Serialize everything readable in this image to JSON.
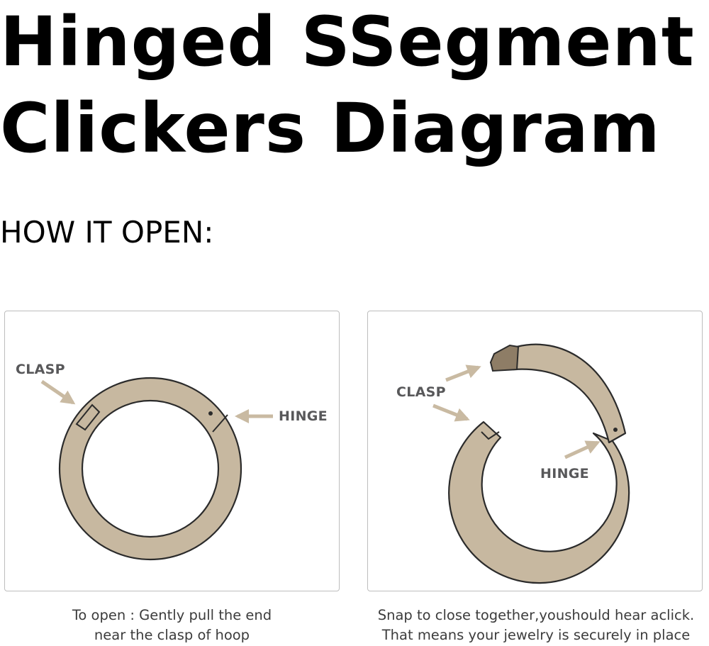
{
  "title": {
    "line1": "Hinged SSegment",
    "line2": "Clickers Diagram"
  },
  "subtitle": "HOW IT OPEN:",
  "left_panel": {
    "clasp_label": "CLASP",
    "hinge_label": "HINGE",
    "caption_line1": "To open : Gently pull the end",
    "caption_line2": "near the clasp of hoop"
  },
  "right_panel": {
    "clasp_label": "CLASP",
    "hinge_label": "HINGE",
    "caption_line1": "Snap to close together,youshould hear aclick.",
    "caption_line2": "That means your jewelry is securely in place"
  },
  "colors": {
    "ring_fill": "#c7b8a0",
    "ring_stroke": "#2b2b2b",
    "clasp_dark": "#8e7d66",
    "arrow": "#c9baa2",
    "label_text": "#58585a",
    "panel_border": "#bdbdbd"
  }
}
